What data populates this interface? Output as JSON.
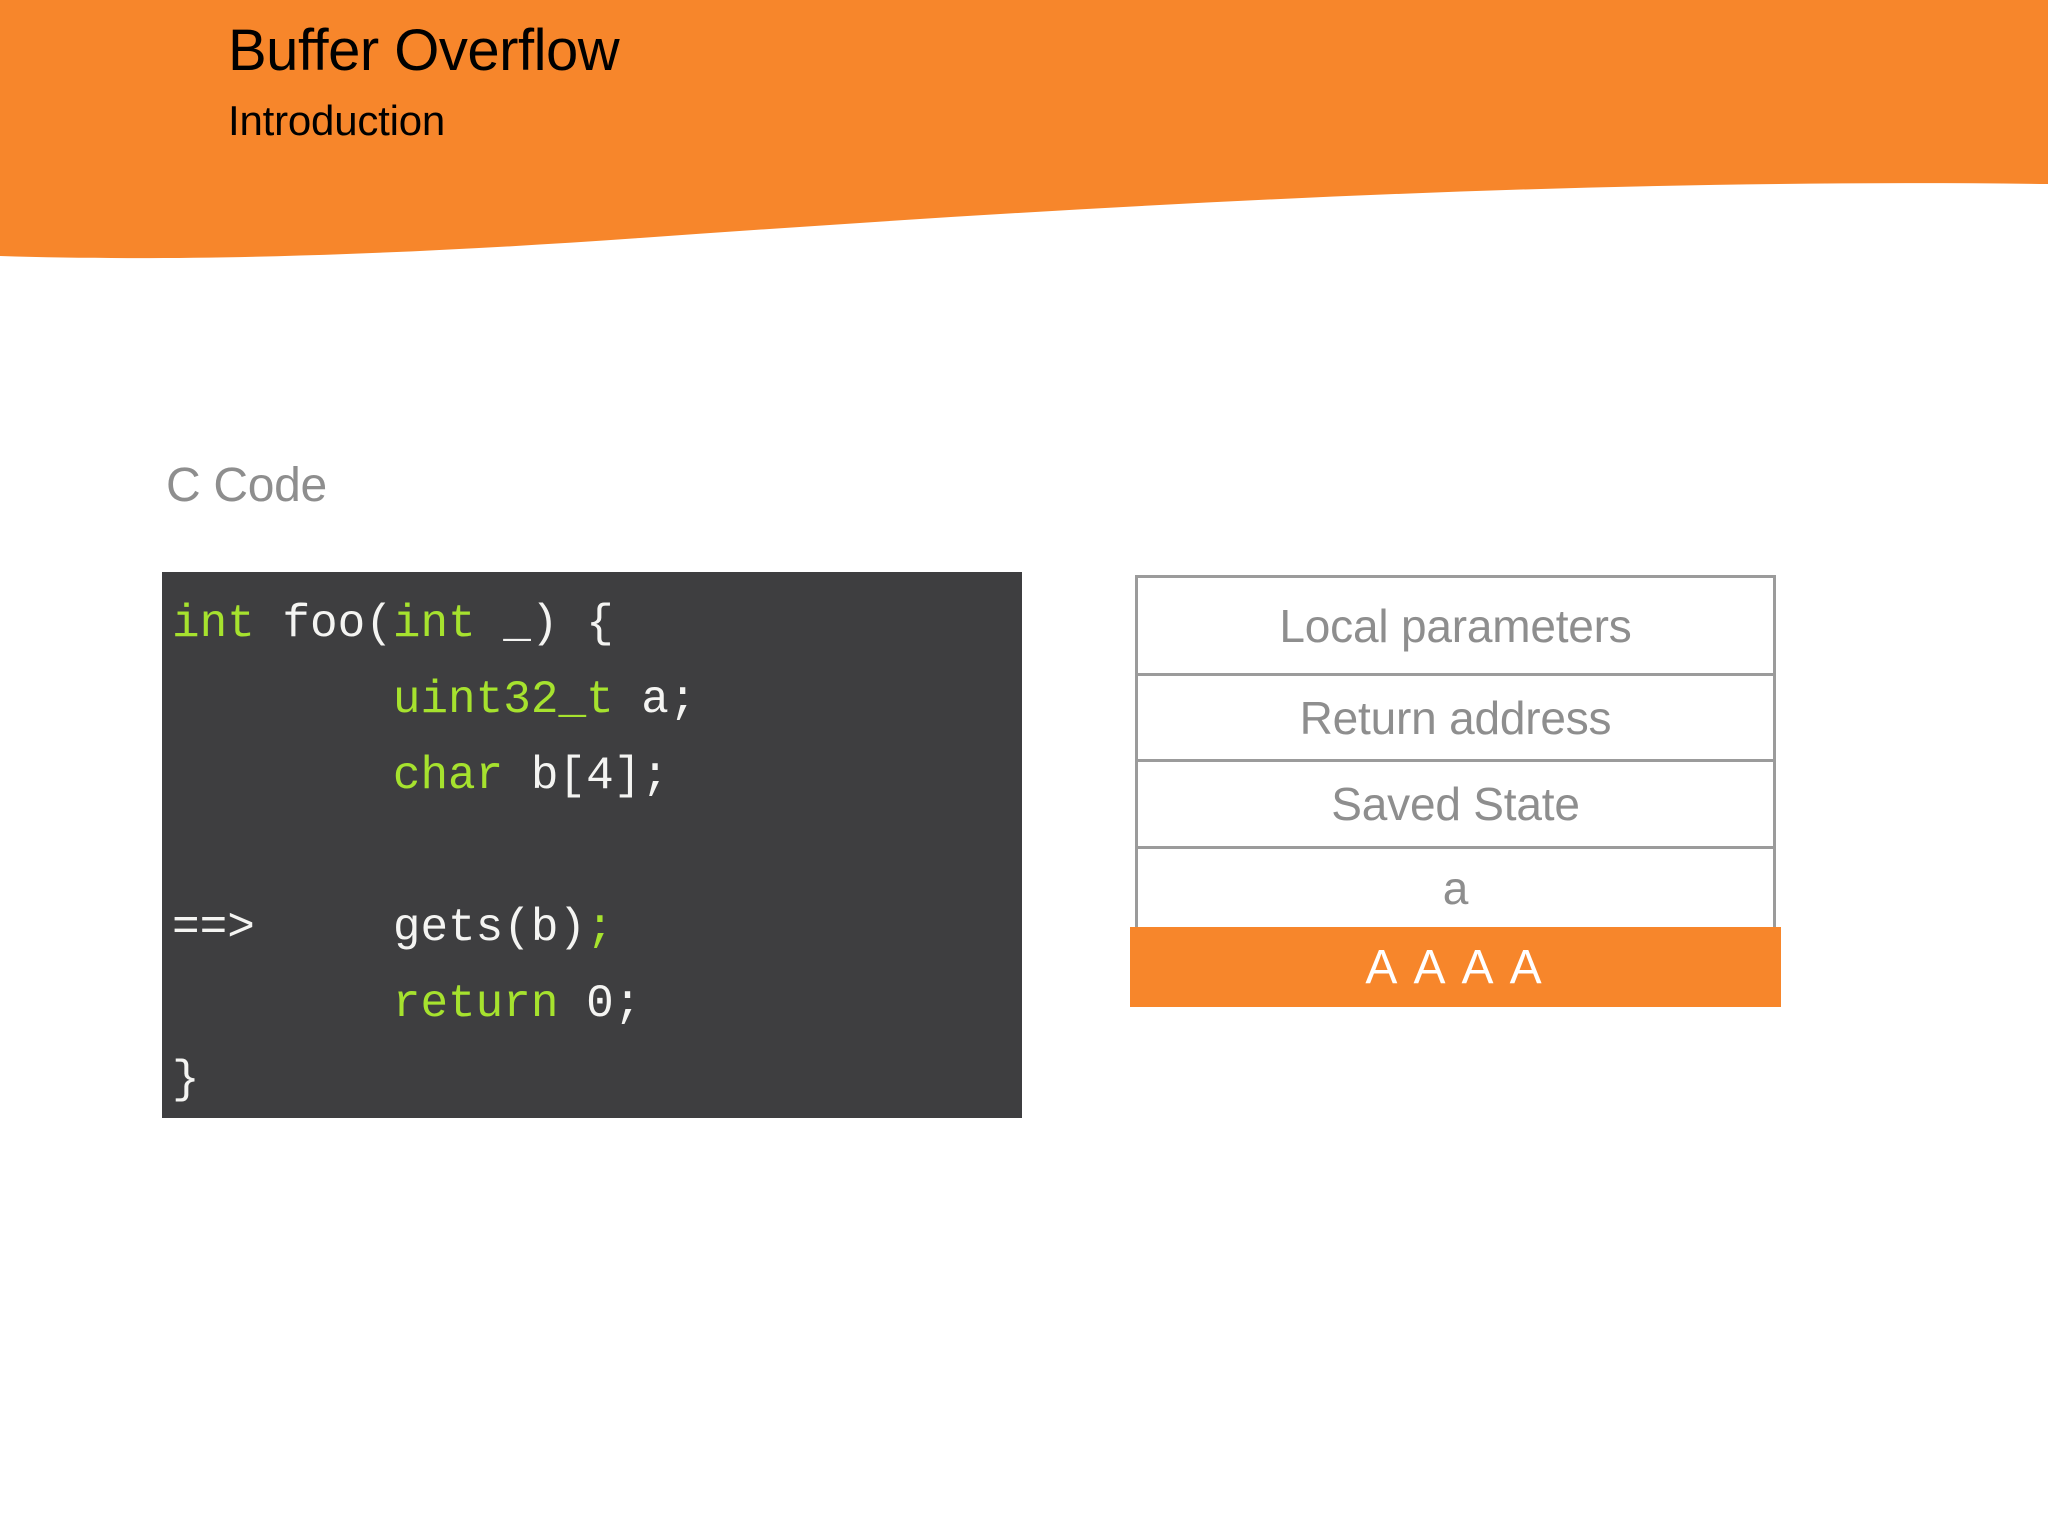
{
  "header": {
    "title": "Buffer Overflow",
    "subtitle": "Introduction",
    "band_color": "#F7862B"
  },
  "section": {
    "label": "C Code",
    "label_color": "#8E8E8E"
  },
  "code_block": {
    "background": "#3E3E40",
    "keyword_color": "#A6E22E",
    "default_color": "#F4F4F2",
    "language": "c",
    "lines": [
      {
        "segments": [
          {
            "text": "int",
            "kind": "keyword"
          },
          {
            "text": " foo(",
            "kind": "default"
          },
          {
            "text": "int",
            "kind": "keyword"
          },
          {
            "text": " _) {",
            "kind": "default"
          }
        ]
      },
      {
        "segments": [
          {
            "text": "        ",
            "kind": "default"
          },
          {
            "text": "uint32_t",
            "kind": "keyword"
          },
          {
            "text": " a;",
            "kind": "default"
          }
        ]
      },
      {
        "segments": [
          {
            "text": "        ",
            "kind": "default"
          },
          {
            "text": "char",
            "kind": "keyword"
          },
          {
            "text": " b[4];",
            "kind": "default"
          }
        ]
      },
      {
        "segments": [
          {
            "text": "",
            "kind": "default"
          }
        ]
      },
      {
        "segments": [
          {
            "text": "==>     gets(b)",
            "kind": "default"
          },
          {
            "text": ";",
            "kind": "punct"
          }
        ]
      },
      {
        "segments": [
          {
            "text": "        ",
            "kind": "default"
          },
          {
            "text": "return",
            "kind": "keyword"
          },
          {
            "text": " 0;",
            "kind": "default"
          }
        ]
      },
      {
        "segments": [
          {
            "text": "}",
            "kind": "default"
          }
        ]
      }
    ]
  },
  "stack_diagram": {
    "border_color": "#9B9B9B",
    "text_color": "#8E8E8E",
    "highlight_color": "#F7862B",
    "highlight_text_color": "#FFFFFF",
    "rows": [
      {
        "label": "Local parameters",
        "highlighted": false
      },
      {
        "label": "Return address",
        "highlighted": false
      },
      {
        "label": "Saved State",
        "highlighted": false
      },
      {
        "label": "a",
        "highlighted": false
      },
      {
        "label": "A A A A",
        "highlighted": true
      }
    ]
  }
}
